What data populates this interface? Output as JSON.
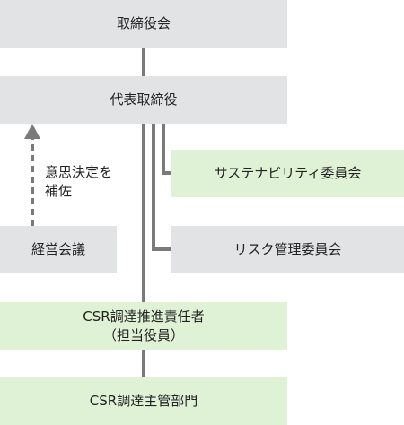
{
  "nodes": {
    "board": "取締役会",
    "representative": "代表取締役",
    "sustainability_committee": "サステナビリティ委員会",
    "risk_committee": "リスク管理委員会",
    "management_meeting": "経営会議",
    "csr_officer_line1": "CSR調達推進責任者",
    "csr_officer_line2": "（担当役員）",
    "csr_department": "CSR調達主管部門"
  },
  "annotation": {
    "line1": "意思決定を",
    "line2": "補佐"
  },
  "colors": {
    "gray_box": "#e2e3e4",
    "green_box": "#e0f2d6",
    "line": "#7a7a7a"
  }
}
